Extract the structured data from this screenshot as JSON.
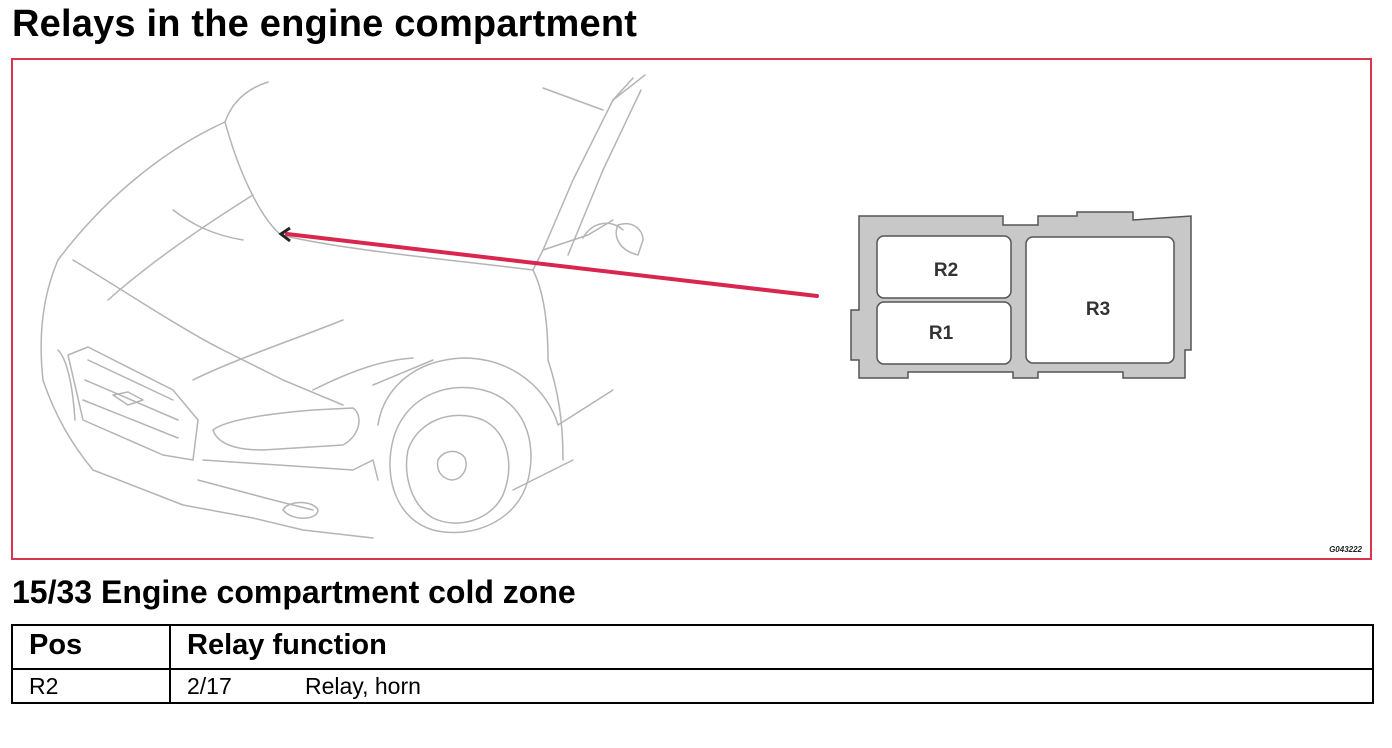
{
  "page": {
    "title": "Relays in the engine compartment",
    "figure_code": "G043222"
  },
  "relay_box": {
    "labels": [
      "R2",
      "R1",
      "R3"
    ]
  },
  "section": {
    "title": "15/33 Engine compartment cold zone"
  },
  "table": {
    "headers": [
      "Pos",
      "Relay function"
    ],
    "rows": [
      {
        "pos": "R2",
        "code": "2/17",
        "function": "Relay, horn"
      }
    ]
  },
  "colors": {
    "frame": "#d8364f",
    "pointer": "#d8264e",
    "relay_box_fill": "#c8c8c8",
    "relay_slot_fill": "#ffffff"
  }
}
